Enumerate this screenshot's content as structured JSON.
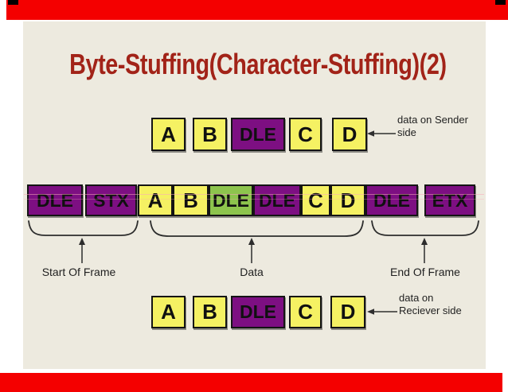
{
  "slide": {
    "title": "Byte-Stuffing(Character-Stuffing)(2)"
  },
  "colors": {
    "page_bg": "#FFFFFF",
    "slide_bg": "#EDEADF",
    "red_bar": "#F40000",
    "corner_mark": "#000000",
    "title": "#A22318",
    "yellow": "#F5F163",
    "purple": "#7D0F82",
    "green": "#8DC44D",
    "box_border": "#141414",
    "annotation_ink": "#1F1F1F"
  },
  "sender_row": {
    "boxes": [
      {
        "label": "A",
        "color": "yellow"
      },
      {
        "label": "B",
        "color": "yellow"
      },
      {
        "label": "DLE",
        "color": "purple"
      },
      {
        "label": "C",
        "color": "yellow"
      },
      {
        "label": "D",
        "color": "yellow"
      }
    ],
    "note_line1": "data on Sender",
    "note_line2": "side"
  },
  "frame_row": {
    "boxes": [
      {
        "label": "DLE",
        "color": "purple"
      },
      {
        "label": "STX",
        "color": "purple"
      },
      {
        "label": "A",
        "color": "yellow"
      },
      {
        "label": "B",
        "color": "yellow"
      },
      {
        "label": "DLE",
        "color": "green"
      },
      {
        "label": "DLE",
        "color": "purple"
      },
      {
        "label": "C",
        "color": "yellow"
      },
      {
        "label": "D",
        "color": "yellow"
      },
      {
        "label": "DLE",
        "color": "purple"
      },
      {
        "label": "ETX",
        "color": "purple"
      }
    ]
  },
  "receiver_row": {
    "boxes": [
      {
        "label": "A",
        "color": "yellow"
      },
      {
        "label": "B",
        "color": "yellow"
      },
      {
        "label": "DLE",
        "color": "purple"
      },
      {
        "label": "C",
        "color": "yellow"
      },
      {
        "label": "D",
        "color": "yellow"
      }
    ],
    "note_line1": "data on",
    "note_line2": "Reciever side"
  },
  "sections": [
    {
      "label": "Start Of Frame"
    },
    {
      "label": "Data"
    },
    {
      "label": "End Of Frame"
    }
  ],
  "icons": {
    "left_arrow": "←",
    "up_arrow": "↑"
  }
}
